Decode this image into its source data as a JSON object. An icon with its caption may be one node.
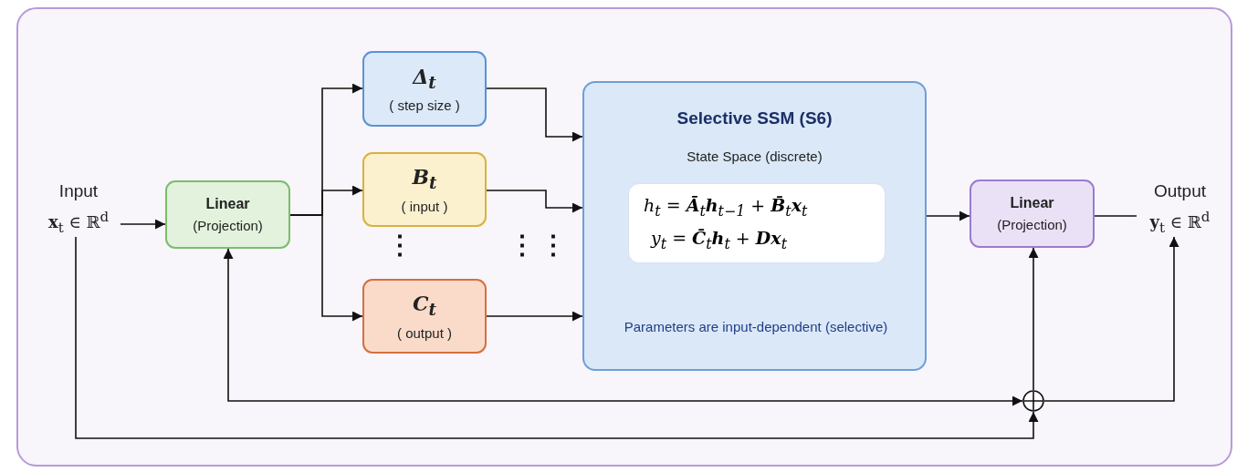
{
  "diagram": {
    "nodes": [
      {
        "text": [
          "Input",
          "**x**$_{t}$ ∈ ℝ$^{d}$"
        ]
      },
      {
        "text": [
          "Linear",
          "(Projection)"
        ]
      },
      {
        "text": [
          "**Δ**$_{t}$",
          "( step size )"
        ]
      },
      {
        "text": [
          "**B**$_{t}$",
          "( input )"
        ]
      },
      {
        "text": [
          "**C**$_{t}$",
          "( output )"
        ]
      },
      {
        "text": [
          "Selective SSM (S6)",
          "State Space (discrete)",
          "Parameters are input-dependent (selective)"
        ]
      },
      {
        "text": [
          "*h*$_{t}$ = **Ā**$_{t}$**h**$_{t−1}$ + **B̄**$_{t}$**x**$_{t}$",
          "*y*$_{t}$ = **C̄**$_{t}$**h**$_{t}$ + **Dx**$_{t}$"
        ],
        "in": 5
      },
      {
        "text": [
          "Linear",
          "(Projection)"
        ]
      },
      {
        "text": [
          "Output",
          "**y**$_{t}$ ∈ ℝ$^{d}$"
        ]
      },
      {
        "text": [],
        "shape": "circle"
      }
    ],
    "edges": [
      {
        "from": 0,
        "to": 1,
        "arrow": "to"
      },
      {
        "from": 1,
        "to": 2,
        "arrow": "to"
      },
      {
        "from": 1,
        "to": 3,
        "arrow": "to"
      },
      {
        "from": 1,
        "to": 4,
        "arrow": "to"
      },
      {
        "from": 2,
        "to": 5,
        "arrow": "to"
      },
      {
        "from": 3,
        "to": 5,
        "arrow": "to"
      },
      {
        "from": 4,
        "to": 5,
        "arrow": "to"
      },
      {
        "from": 5,
        "to": 7,
        "arrow": "to"
      },
      {
        "from": 7,
        "to": 8,
        "arrow": "none"
      },
      {
        "from": 1,
        "to": 9,
        "arrow": "both"
      },
      {
        "from": 0,
        "to": 9,
        "arrow": "to"
      },
      {
        "from": 9,
        "to": 7,
        "arrow": "to"
      },
      {
        "from": 9,
        "to": 8,
        "arrow": "to"
      }
    ],
    "labels": [
      "⋮",
      "⋮",
      "⋮"
    ]
  }
}
